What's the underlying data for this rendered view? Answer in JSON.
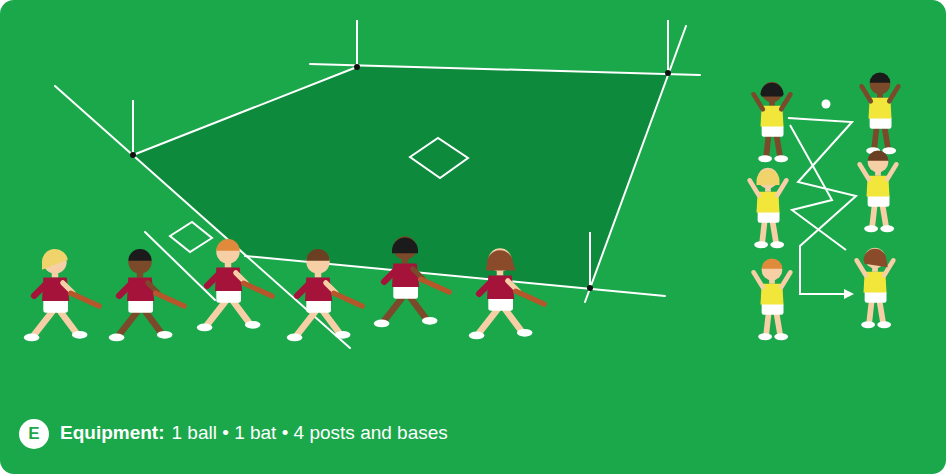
{
  "diagram": {
    "nodes": [
      {
        "text": [
          "E"
        ]
      }
    ],
    "labels": [
      "Equipment:",
      "1 ball • 1 bat • 4 posts and bases"
    ]
  }
}
